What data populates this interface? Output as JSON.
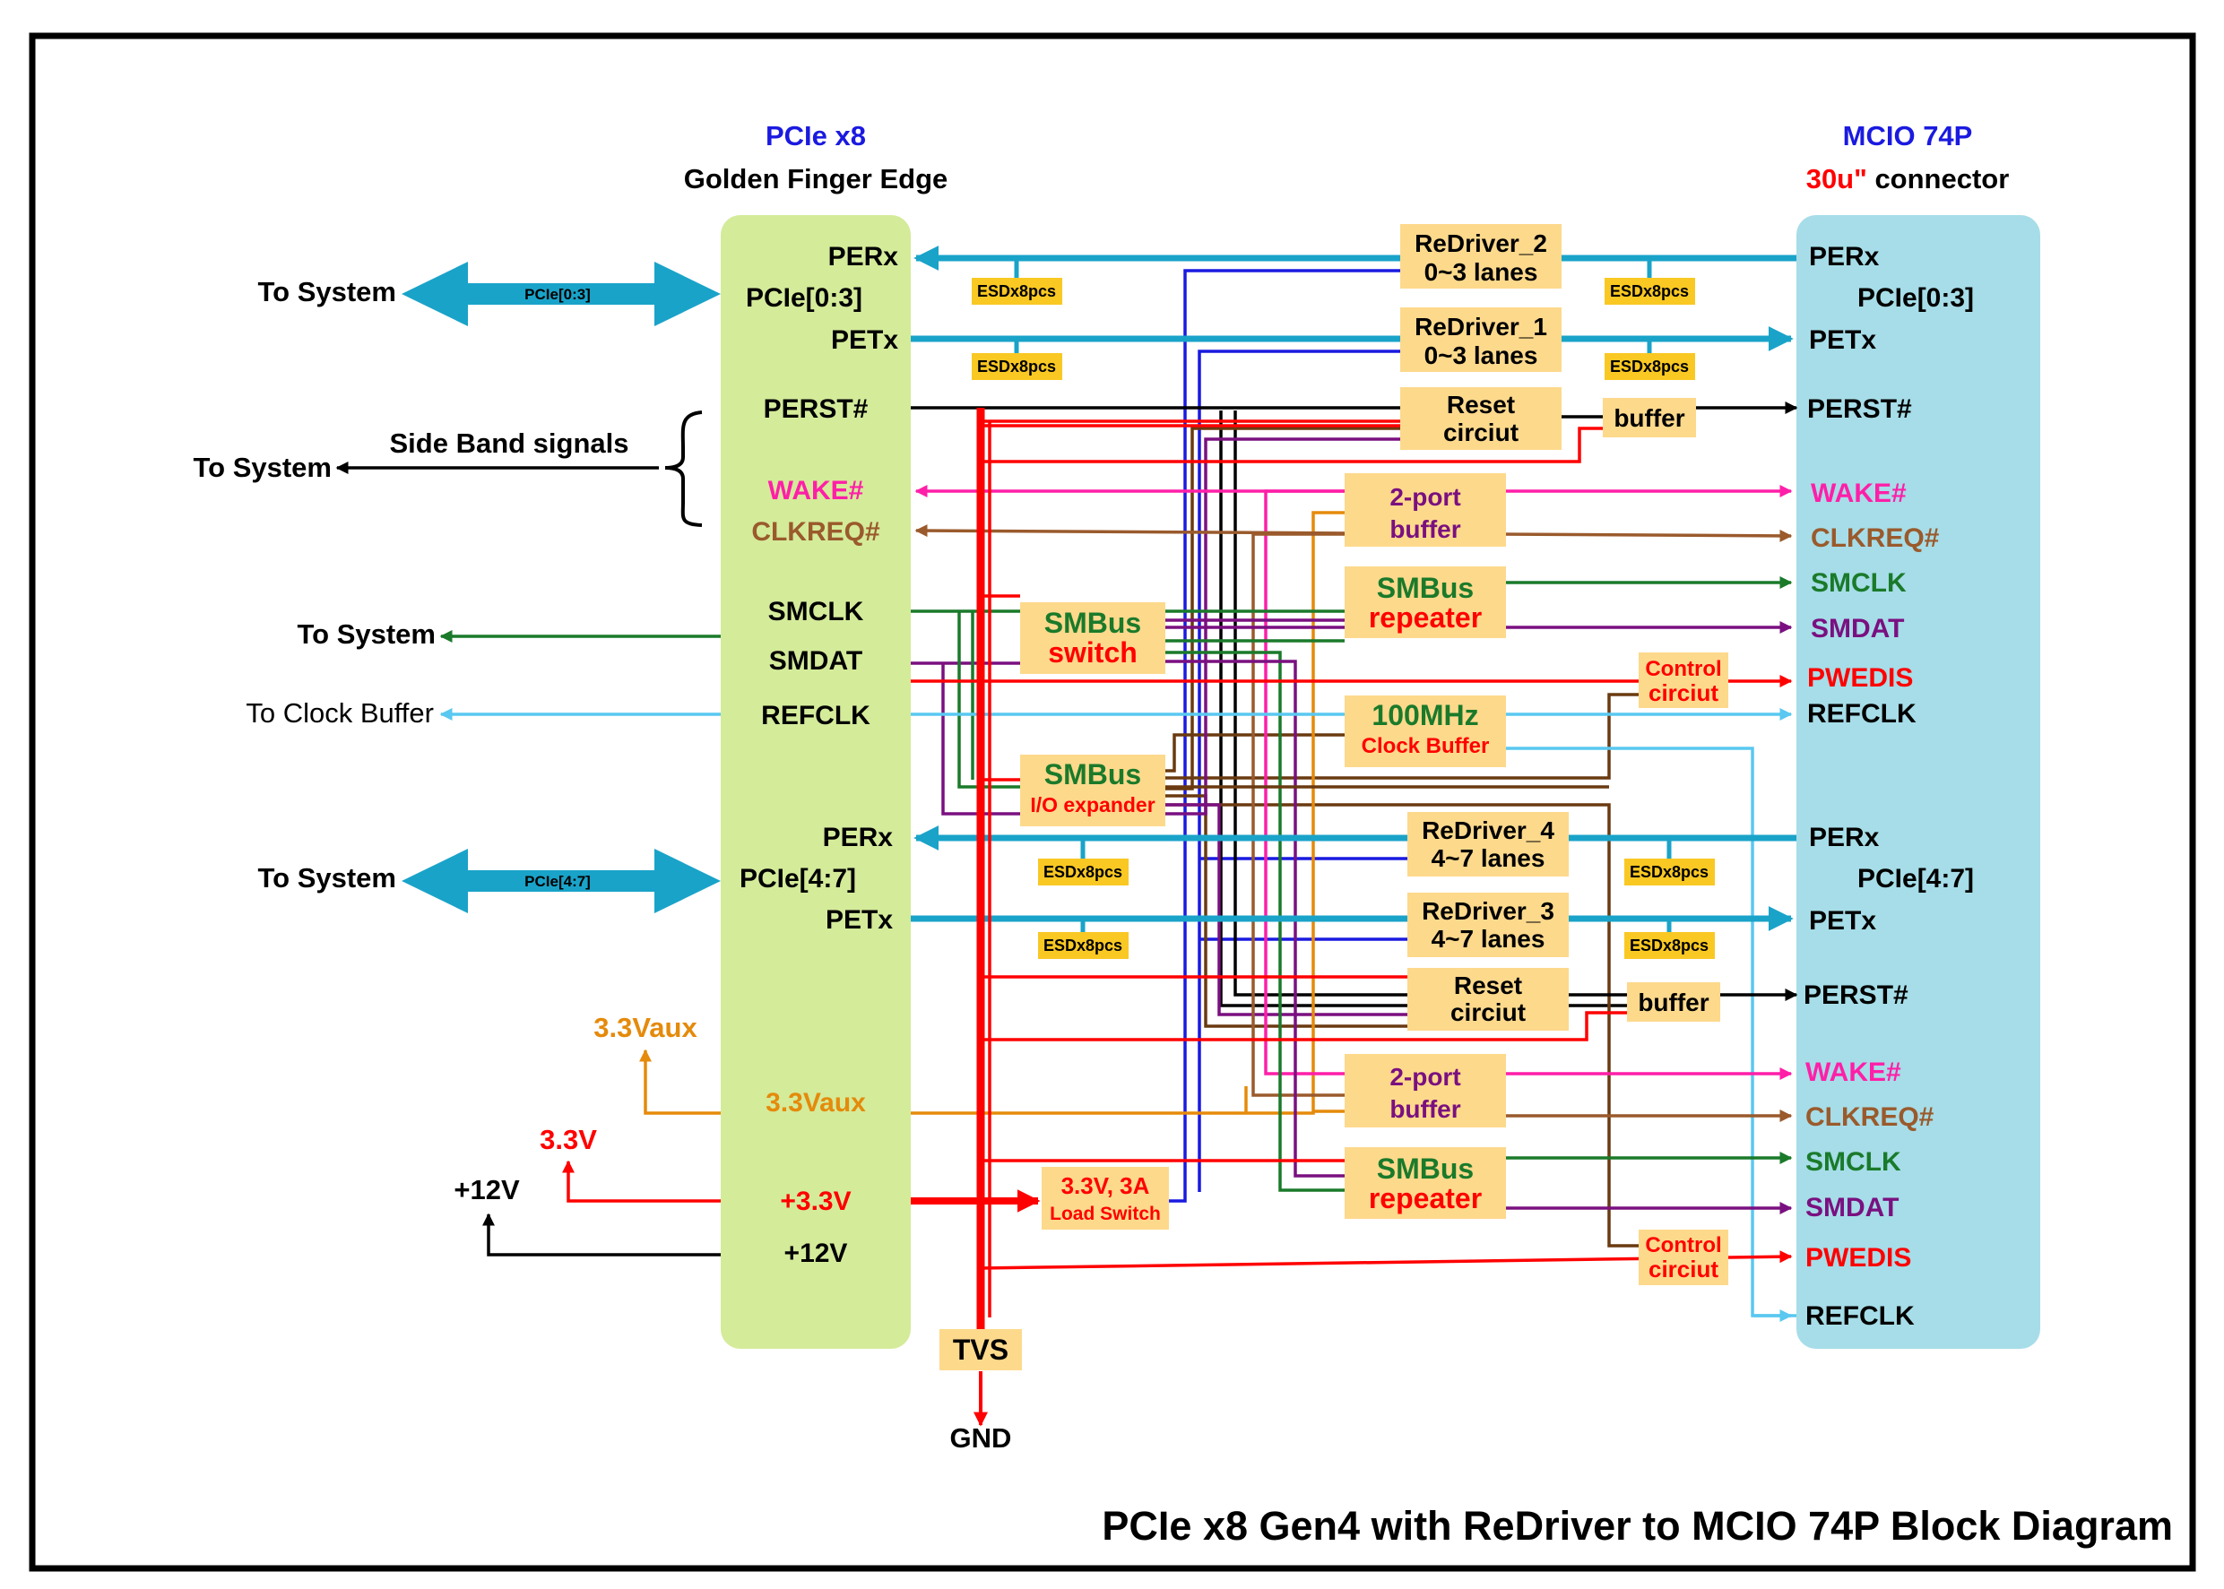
{
  "title": "PCIe x8 Gen4 with ReDriver to MCIO 74P Block Diagram",
  "colors": {
    "left_connector": "#d4eb9a",
    "right_connector": "#a6dde8",
    "block": "#fdd98c",
    "esd": "#f9c823",
    "bus": "#1aa3c9",
    "power": "#ff0000",
    "wake": "#ff1fa8",
    "clkreq": "#9a5a2c",
    "smclk": "#1a7a2a",
    "smdat": "#7a1080",
    "refclk": "#5ac8f0",
    "aux": "#e58a0b",
    "ctrl_brown": "#6a3a10",
    "redriver_ctrl": "#1a1ae0"
  },
  "left": {
    "title_line1": "PCIe x8",
    "title_line2": "Golden Finger Edge",
    "pins": {
      "perx_a": "PERx",
      "pcie03": "PCIe[0:3]",
      "petx_a": "PETx",
      "perst": "PERST#",
      "wake": "WAKE#",
      "clkreq": "CLKREQ#",
      "smclk": "SMCLK",
      "smdat": "SMDAT",
      "refclk": "REFCLK",
      "perx_b": "PERx",
      "pcie47": "PCIe[4:7]",
      "petx_b": "PETx",
      "aux": "3.3Vaux",
      "v33": "+3.3V",
      "v12": "+12V"
    }
  },
  "right": {
    "title_line1": "MCIO 74P",
    "title_line2a": "30u\"",
    "title_line2b": " connector",
    "pins": {
      "perx_a": "PERx",
      "pcie03": "PCIe[0:3]",
      "petx_a": "PETx",
      "perst_a": "PERST#",
      "wake_a": "WAKE#",
      "clkreq_a": "CLKREQ#",
      "smclk_a": "SMCLK",
      "smdat_a": "SMDAT",
      "pwedis_a": "PWEDIS",
      "refclk_a": "REFCLK",
      "perx_b": "PERx",
      "pcie47": "PCIe[4:7]",
      "petx_b": "PETx",
      "perst_b": "PERST#",
      "wake_b": "WAKE#",
      "clkreq_b": "CLKREQ#",
      "smclk_b": "SMCLK",
      "smdat_b": "SMDAT",
      "pwedis_b": "PWEDIS",
      "refclk_b": "REFCLK"
    }
  },
  "system": {
    "to_system_1": "To System",
    "bus_label_1": "PCIe[0:3]",
    "side_band": "Side Band signals",
    "to_system_2": "To System",
    "to_system_3": "To System",
    "to_clock_buffer": "To Clock Buffer",
    "to_system_4": "To System",
    "bus_label_2": "PCIe[4:7]"
  },
  "power": {
    "aux": "3.3Vaux",
    "v33": "3.3V",
    "v12": "+12V",
    "tvs": "TVS",
    "gnd": "GND"
  },
  "blocks": {
    "redriver2": [
      "ReDriver_2",
      "0~3 lanes"
    ],
    "redriver1": [
      "ReDriver_1",
      "0~3 lanes"
    ],
    "reset1": [
      "Reset",
      "circiut"
    ],
    "buffer1": "buffer",
    "twoport1": [
      "2-port",
      "buffer"
    ],
    "smbus_rep1": [
      "SMBus",
      "repeater"
    ],
    "smbus_switch": [
      "SMBus",
      "switch"
    ],
    "control1": [
      "Control",
      "circiut"
    ],
    "clkbuf": [
      "100MHz",
      "Clock Buffer"
    ],
    "ioexp": [
      "SMBus",
      "I/O expander"
    ],
    "redriver4": [
      "ReDriver_4",
      "4~7 lanes"
    ],
    "redriver3": [
      "ReDriver_3",
      "4~7 lanes"
    ],
    "reset2": [
      "Reset",
      "circiut"
    ],
    "buffer2": "buffer",
    "twoport2": [
      "2-port",
      "buffer"
    ],
    "loadswitch": [
      "3.3V, 3A",
      "Load Switch"
    ],
    "smbus_rep2": [
      "SMBus",
      "repeater"
    ],
    "control2": [
      "Control",
      "circiut"
    ]
  },
  "esd_label": "ESDx8pcs"
}
